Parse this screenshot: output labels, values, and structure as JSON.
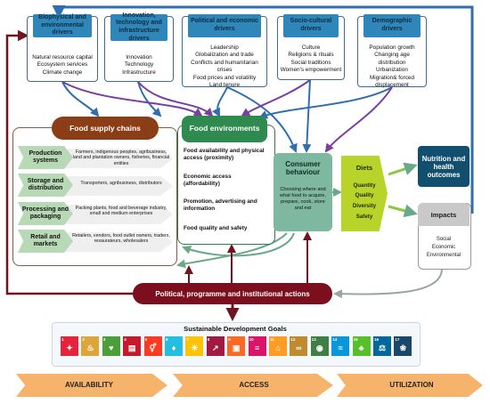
{
  "drivers": [
    {
      "title": "Biophysical and environmental drivers",
      "items": [
        "Natural resource capital",
        "Ecosystem services",
        "Climate change"
      ]
    },
    {
      "title": "Innovation, technology and infrastructure drivers",
      "items": [
        "Innovation",
        "Technology",
        "Infrastructure"
      ]
    },
    {
      "title": "Political and economic drivers",
      "items": [
        "Leadership",
        "Globalization and trade",
        "Conflicts and humanitarian crises",
        "Food prices and volatility",
        "Land tenure"
      ]
    },
    {
      "title": "Socio-cultural drivers",
      "items": [
        "Culture",
        "Religions & rituals",
        "Social traditions",
        "Women's empowerment"
      ]
    },
    {
      "title": "Demographic drivers",
      "items": [
        "Population growth",
        "Changing age distribution",
        "Urbanization",
        "Migration& forced displacement"
      ]
    }
  ],
  "food_supply_chains": {
    "title": "Food supply chains",
    "stages": [
      {
        "name": "Production systems",
        "actors": "Farmers, indigenous peoples, agribusiness, land and plantation owners, fisheries, financial entities"
      },
      {
        "name": "Storage and distribution",
        "actors": "Transporters, agribusiness, distributors"
      },
      {
        "name": "Processing and packaging",
        "actors": "Packing plants, food and beverage industry, small and medium enterprises"
      },
      {
        "name": "Retail and markets",
        "actors": "Retailers, vendors, food outlet owners, traders, resaurateurs, wholesalers"
      }
    ]
  },
  "food_environments": {
    "title": "Food environments",
    "items": [
      "Food availability and physical access (proximity)",
      "Economic access (affordability)",
      "Promotion, advertising and information",
      "Food quality and safety"
    ]
  },
  "consumer": {
    "title": "Consumer behaviour",
    "text": "Choosing where and what food to acquire, prepare, cook, store and eat"
  },
  "diets": {
    "title": "Diets",
    "items": [
      "Quantity",
      "Quality",
      "Diversity",
      "Safety"
    ]
  },
  "nutrition": {
    "title": "Nutrition and health outcomes"
  },
  "impacts": {
    "title": "Impacts",
    "items": [
      "Social",
      "Economic",
      "Environmental"
    ]
  },
  "policy": {
    "label": "Political, programme and institutional actions"
  },
  "sdg": {
    "title": "Sustainable Development Goals",
    "goals": [
      {
        "num": "1",
        "color": "#e5243b",
        "glyph": "✦"
      },
      {
        "num": "2",
        "color": "#dda63a",
        "glyph": "♨"
      },
      {
        "num": "3",
        "color": "#4c9f38",
        "glyph": "♥"
      },
      {
        "num": "4",
        "color": "#c5192d",
        "glyph": "▤"
      },
      {
        "num": "5",
        "color": "#ff3a21",
        "glyph": "⚥"
      },
      {
        "num": "6",
        "color": "#26bde2",
        "glyph": "♦"
      },
      {
        "num": "7",
        "color": "#fcc30b",
        "glyph": "☀"
      },
      {
        "num": "8",
        "color": "#a21942",
        "glyph": "↗"
      },
      {
        "num": "9",
        "color": "#fd6925",
        "glyph": "▣"
      },
      {
        "num": "10",
        "color": "#dd1367",
        "glyph": "≡"
      },
      {
        "num": "11",
        "color": "#fd9d24",
        "glyph": "⌂"
      },
      {
        "num": "12",
        "color": "#bf8b2e",
        "glyph": "∞"
      },
      {
        "num": "13",
        "color": "#3f7e44",
        "glyph": "◉"
      },
      {
        "num": "14",
        "color": "#0a97d9",
        "glyph": "≈"
      },
      {
        "num": "15",
        "color": "#56c02b",
        "glyph": "♣"
      },
      {
        "num": "16",
        "color": "#00689d",
        "glyph": "⚖"
      },
      {
        "num": "17",
        "color": "#19486a",
        "glyph": "❀"
      }
    ]
  },
  "stages_bottom": [
    "AVAILABILITY",
    "ACCESS",
    "UTILIZATION"
  ],
  "colors": {
    "driver_head": "#2f86b8",
    "fsc": "#8b3d16",
    "fe": "#2e8a4e",
    "consumer": "#7fb8a0",
    "diets": "#b8d42a",
    "nutrition": "#124f6e",
    "policy": "#7c0f1e",
    "arrow_blue": "#2f6fb0",
    "arrow_purple": "#7a3fa0",
    "arrow_maroon": "#6e1520",
    "chevron": "#f6b36c"
  }
}
